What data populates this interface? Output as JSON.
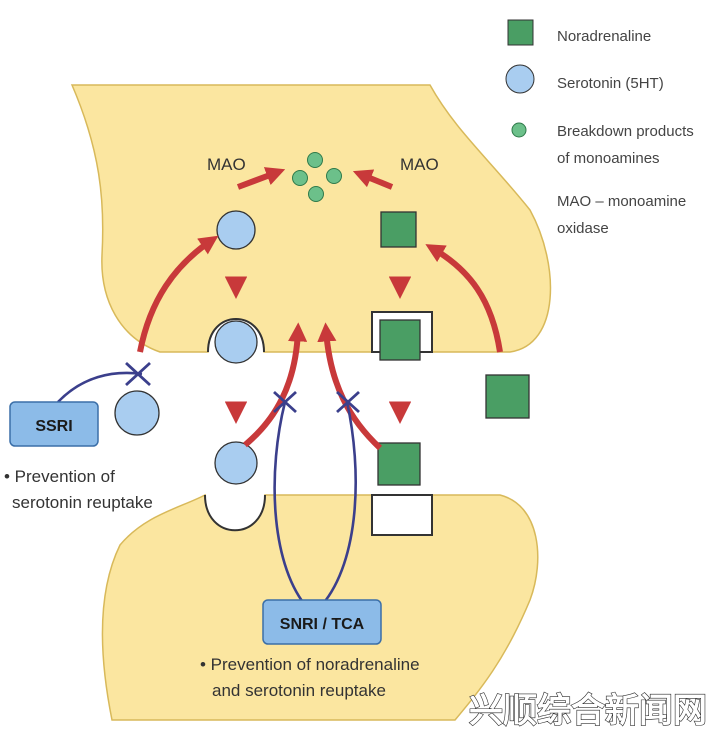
{
  "legend": {
    "noradrenaline": "Noradrenaline",
    "serotonin": "Serotonin (5HT)",
    "breakdown_line1": "Breakdown products",
    "breakdown_line2": "of monoamines",
    "mao_line1": "MAO – monoamine",
    "mao_line2": "oxidase"
  },
  "labels": {
    "mao_left": "MAO",
    "mao_right": "MAO",
    "ssri": "SSRI",
    "ssri_note_line1": "• Prevention of",
    "ssri_note_line2": "serotonin reuptake",
    "snri": "SNRI / TCA",
    "snri_note_line1": "• Prevention of noradrenaline",
    "snri_note_line2": "and serotonin reuptake"
  },
  "watermark": "兴顺综合新闻网",
  "colors": {
    "neuron_fill": "#fbe6a0",
    "neuron_stroke": "#d8b95a",
    "serotonin": "#a9cdf0",
    "noradrenaline": "#4a9e64",
    "breakdown": "#6cc08a",
    "arrow": "#c8393a",
    "drug_box": "#8cbbe8",
    "drug_line": "#3b3f8c"
  }
}
